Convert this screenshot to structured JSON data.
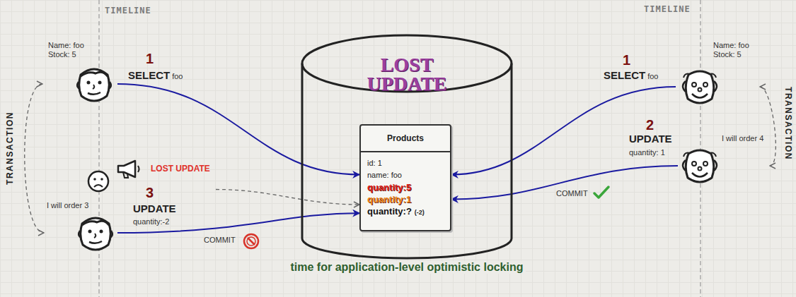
{
  "diagram": {
    "caption": "time for application-level optimistic locking",
    "nodes": [
      {
        "text": [
          "LOST UPDATE"
        ]
      },
      {
        "text": [
          "Products",
          "id: 1",
          "name: foo",
          "quantity:5",
          "quantity:1",
          "quantity:?",
          "(-2)"
        ],
        "in": 0
      },
      {
        "text": [
          "Name: foo Stock: 5"
        ]
      },
      {
        "text": [
          "Name: foo Stock: 5"
        ]
      },
      {
        "text": [
          "I will order 4"
        ]
      },
      {
        "text": [
          "LOST UPDATE"
        ]
      },
      {
        "text": [
          "I will order 3"
        ]
      }
    ],
    "edges": [
      {
        "from": 2,
        "to": 1,
        "arrow": "to"
      },
      {
        "from": 3,
        "to": 1,
        "arrow": "to"
      },
      {
        "from": 4,
        "to": 1,
        "arrow": "to"
      },
      {
        "from": 6,
        "to": 1,
        "arrow": "to"
      },
      {
        "from": 5,
        "to": 1,
        "arrow": "to"
      },
      {
        "from": 2,
        "to": 6,
        "arrow": "both"
      },
      {
        "from": 3,
        "to": 4,
        "arrow": "both"
      }
    ],
    "labels": [
      "TIMELINE",
      "TIMELINE",
      "TRANSACTION",
      "TRANSACTION",
      "1",
      "SELECT",
      "foo",
      "1",
      "SELECT",
      "foo",
      "2",
      "UPDATE",
      "quantity: 1",
      "COMMIT",
      "3",
      "UPDATE",
      "quantity:-2",
      "COMMIT"
    ]
  }
}
